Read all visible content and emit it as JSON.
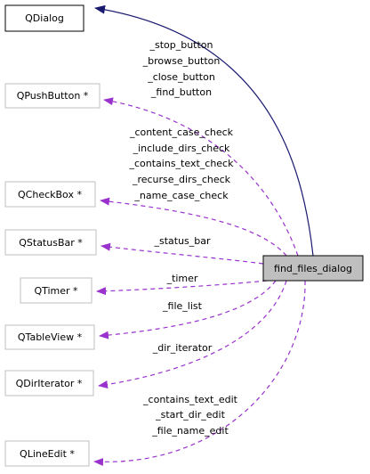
{
  "diagram": {
    "nodes": {
      "qdialog": "QDialog",
      "qpushbutton": "QPushButton *",
      "qcheckbox": "QCheckBox *",
      "qstatusbar": "QStatusBar *",
      "qtimer": "QTimer *",
      "qtableview": "QTableView *",
      "qdiriterator": "QDirIterator *",
      "qlineedit": "QLineEdit *",
      "find_files_dialog": "find_files_dialog"
    },
    "edge_labels": {
      "pushbutton": [
        "_stop_button",
        "_browse_button",
        "_close_button",
        "_find_button"
      ],
      "checkbox": [
        "_content_case_check",
        "_include_dirs_check",
        "_contains_text_check",
        "_recurse_dirs_check",
        "_name_case_check"
      ],
      "statusbar": [
        "_status_bar"
      ],
      "timer": [
        "_timer"
      ],
      "tableview": [
        "_file_list"
      ],
      "diriterator": [
        "_dir_iterator"
      ],
      "lineedit": [
        "_contains_text_edit",
        "_start_dir_edit",
        "_file_name_edit"
      ]
    },
    "colors": {
      "inheritance_edge": "#191970",
      "member_edge": "#9a32cd",
      "gray_node_border": "#bfbfbf",
      "highlight_node_fill": "#bfbfbf",
      "node_text": "#000000"
    }
  }
}
